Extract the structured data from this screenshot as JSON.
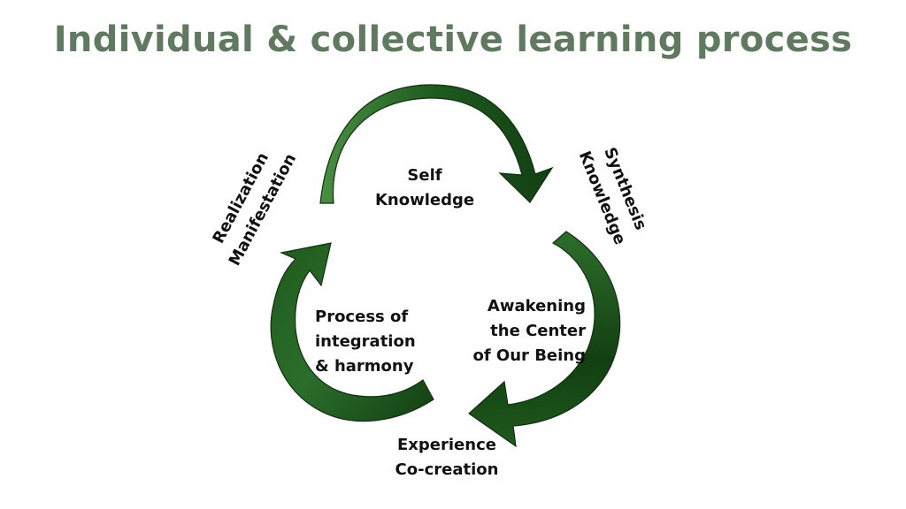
{
  "title": "Individual & collective learning process",
  "nodes": {
    "top": [
      "Self",
      "Knowledge"
    ],
    "right": [
      "Awakening",
      "the Center",
      "of Our Being"
    ],
    "left": [
      "Process of",
      "integration",
      "& harmony"
    ]
  },
  "edges": {
    "top_right": [
      "Synthesis",
      "Knowledge"
    ],
    "bottom": [
      "Experience",
      "Co-creation"
    ],
    "top_left": [
      "Realization",
      "Manifestation"
    ]
  },
  "colors": {
    "title": "#5f7a5e",
    "arrow_dark": "#123f12",
    "arrow_mid": "#2b6e2b",
    "arrow_light": "#4a8f43"
  }
}
